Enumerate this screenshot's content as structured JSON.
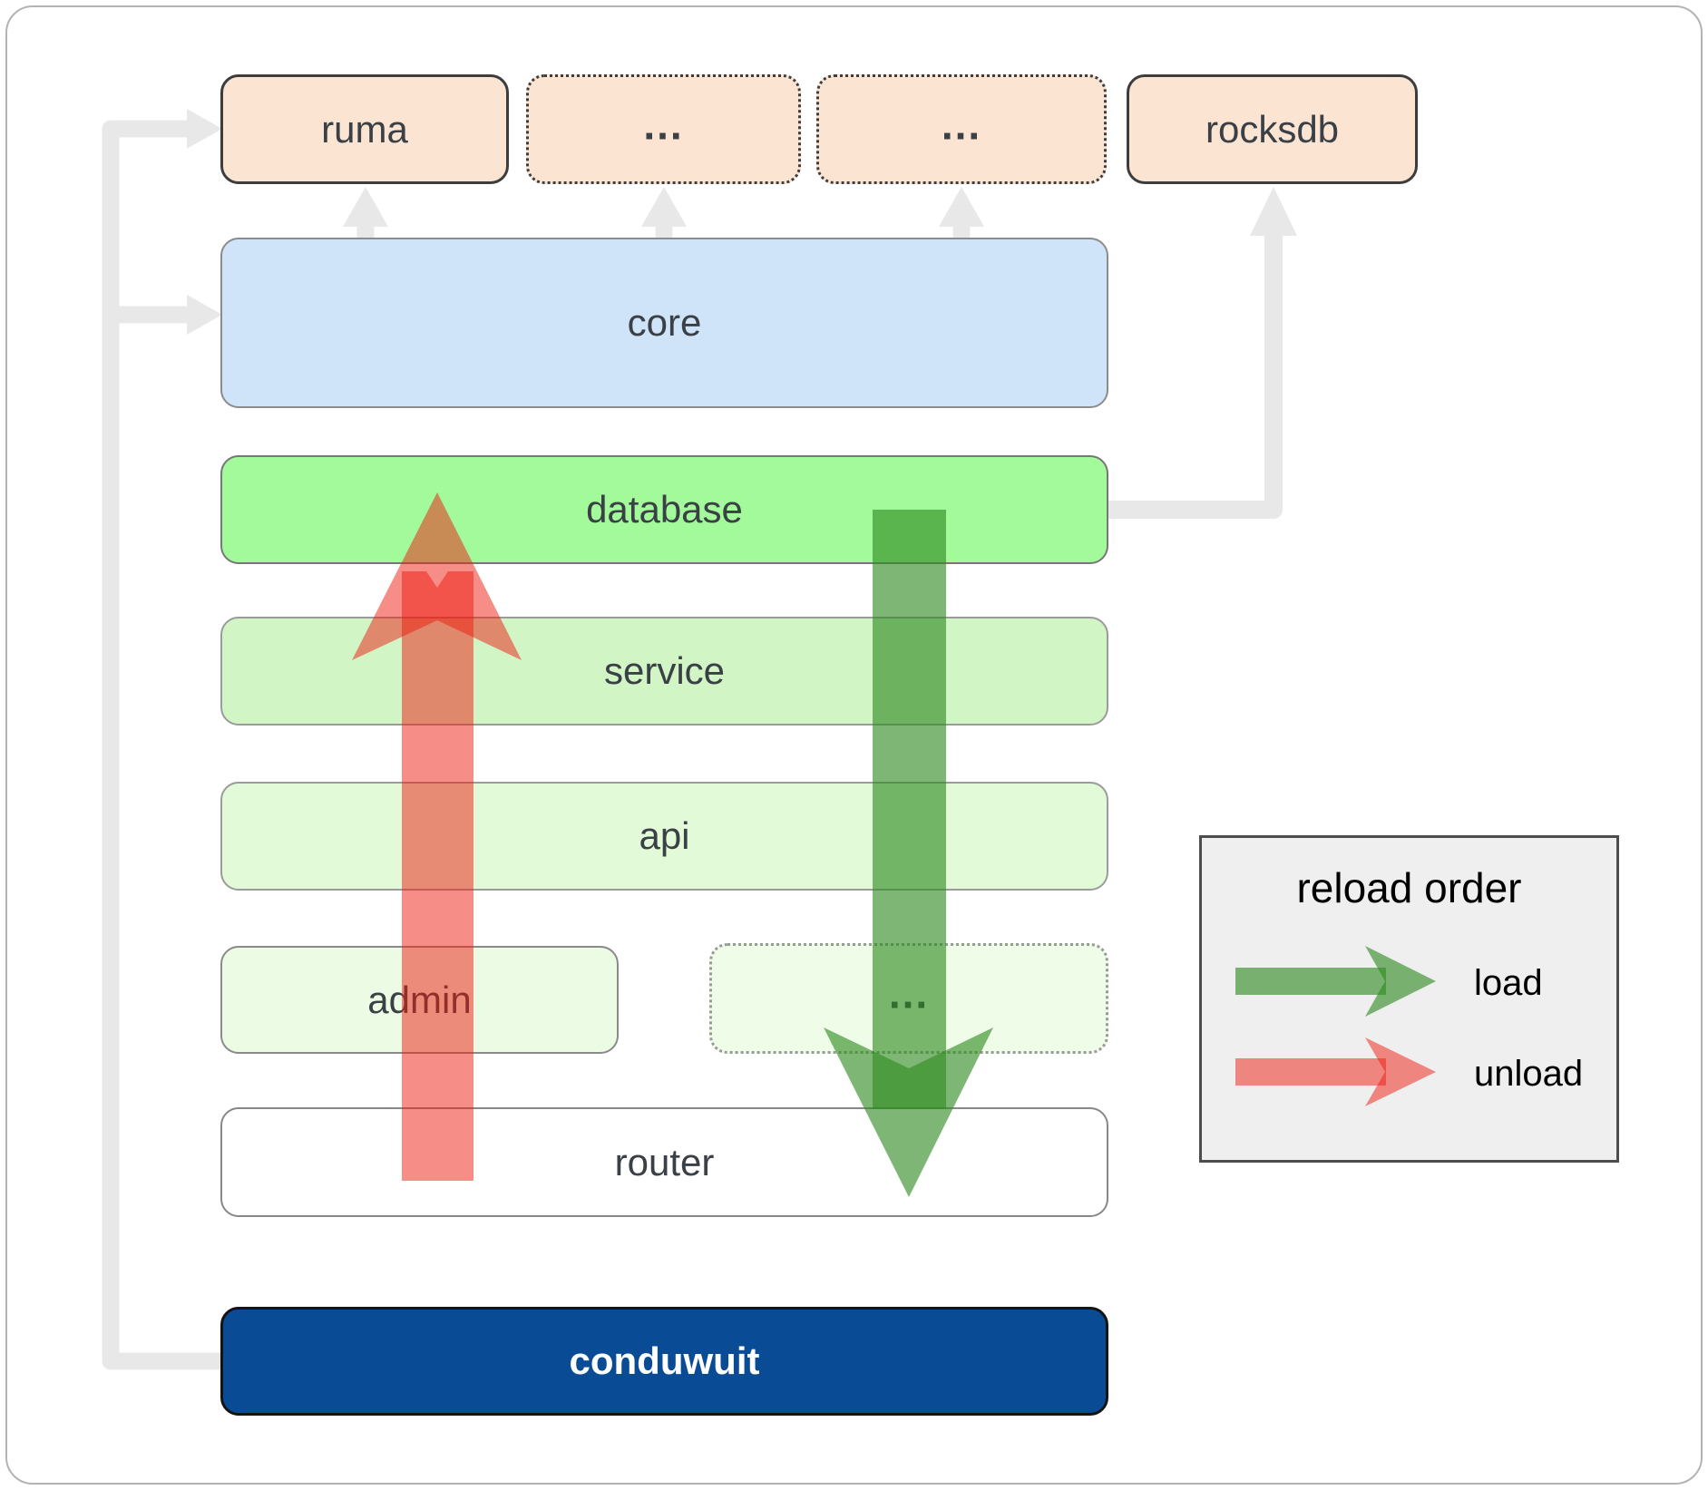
{
  "nodes": {
    "ruma": "ruma",
    "dots_top_left": "...",
    "dots_top_right": "...",
    "rocksdb": "rocksdb",
    "core": "core",
    "database": "database",
    "service": "service",
    "api": "api",
    "admin": "admin",
    "dots_admin_row": "...",
    "router": "router",
    "conduwuit": "conduwuit"
  },
  "legend": {
    "title": "reload order",
    "load_label": "load",
    "unload_label": "unload"
  },
  "colors": {
    "load_arrow": "#2e8b20",
    "unload_arrow": "#ee1c10",
    "connector": "#e8e8e8",
    "node_text": "#3a4045",
    "conduwuit_fill": "#0a4b96",
    "database_fill": "#a2fa9a",
    "core_fill": "#cfe4f8",
    "peach_fill": "#fce4d2",
    "legend_background": "#efefef"
  }
}
